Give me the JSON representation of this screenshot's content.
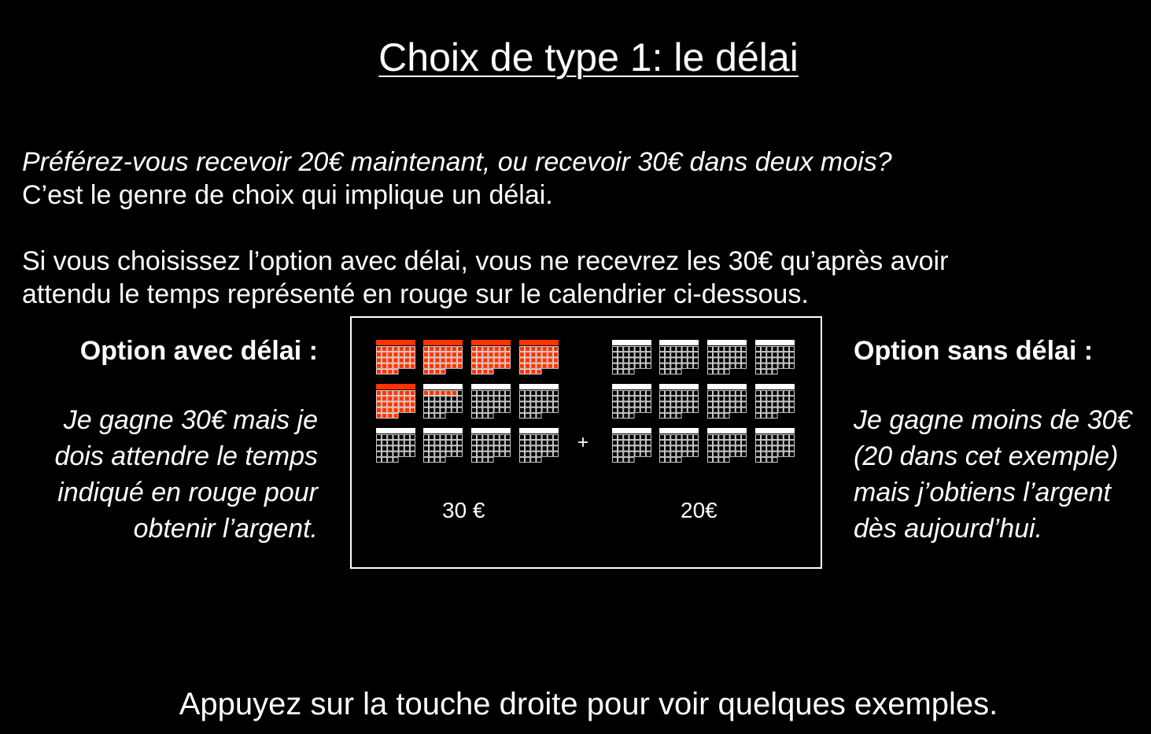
{
  "title": "Choix de type 1: le délai",
  "intro": {
    "question": "Préférez-vous recevoir 20€ maintenant, ou recevoir 30€ dans deux mois?",
    "line2": "C’est le genre de choix qui implique un délai.",
    "para2_line1": "Si vous choisissez l’option avec délai, vous ne recevrez les 30€ qu’après avoir",
    "para2_line2": "attendu le temps représenté en rouge sur le calendrier ci-dessous."
  },
  "option_delay": {
    "heading": "Option avec délai :",
    "description": "Je gagne 30€ mais je dois attendre le temps indiqué en rouge pour obtenir l’argent."
  },
  "option_nodelay": {
    "heading": "Option sans délai :",
    "description": "Je gagne moins de 30€ (20 dans cet exemple) mais j’obtiens l’argent dès aujourd’hui."
  },
  "calendar": {
    "plus_sign": "+",
    "left_amount": "30 €",
    "right_amount": "20€",
    "left_red_months": 5.2,
    "colors": {
      "red": "#ff3300",
      "white": "#ffffff",
      "background": "#000000"
    }
  },
  "footer": "Appuyez sur la touche droite pour voir quelques exemples."
}
